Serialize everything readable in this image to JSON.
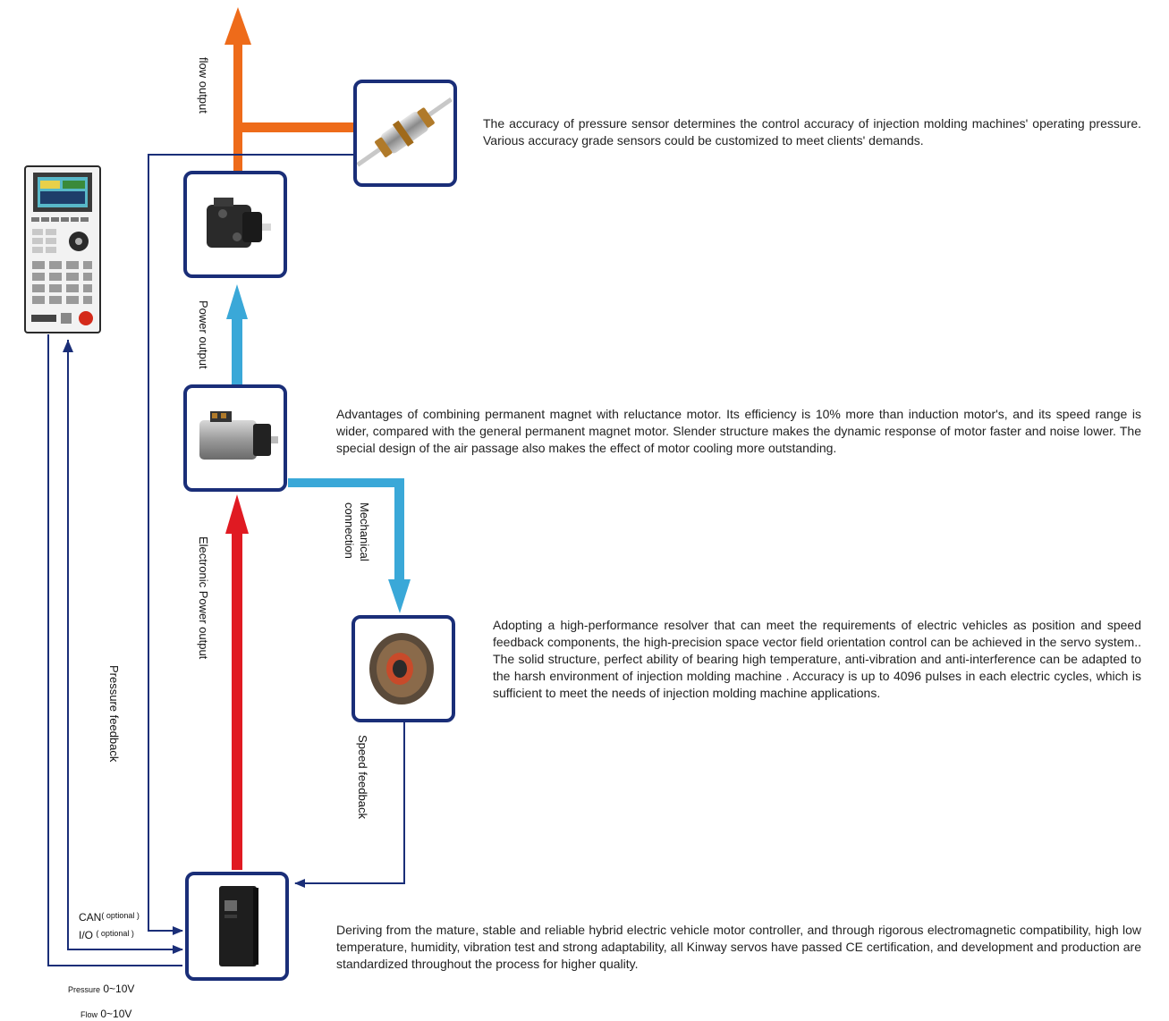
{
  "labels": {
    "flow_output": "flow output",
    "power_output": "Power output",
    "electronic_power_output": "Electronic Power output",
    "mechanical_connection_line1": "Mechanical",
    "mechanical_connection_line2": "connection",
    "speed_feedback": "Speed feedback",
    "pressure_feedback": "Pressure feedback",
    "can": "CAN",
    "can_optional": "( optional )",
    "io": "I/O",
    "io_optional": "( optional )",
    "pressure": "Pressure",
    "pressure_range": "0~10V",
    "flow": "Flow",
    "flow_range": "0~10V"
  },
  "descriptions": {
    "pressure_sensor": "The accuracy of pressure sensor determines the control accuracy of injection molding machines' operating pressure. Various accuracy grade sensors could be customized to meet clients' demands.",
    "motor": "Advantages of combining permanent magnet with reluctance motor. Its efficiency is 10% more than induction motor's, and its speed range is wider, compared with the general permanent magnet motor. Slender structure makes the dynamic response of motor faster and noise lower. The special design of the air passage also makes the effect of motor cooling more outstanding.",
    "resolver": "Adopting a high-performance resolver that can meet the requirements of electric vehicles as position and speed feedback components, the high-precision space vector field orientation control can be achieved in the servo system.. The solid structure, perfect ability of bearing high temperature, anti-vibration and anti-interference can be adapted to the harsh environment of injection molding machine . Accuracy is up to 4096 pulses in each electric cycles, which is sufficient to meet the needs of injection molding machine applications.",
    "servo_drive": "Deriving from the mature, stable and reliable hybrid electric vehicle motor controller, and through rigorous electromagnetic compatibility, high low temperature, humidity, vibration test and strong adaptability, all Kinway servos have passed CE certification, and development and production are standardized throughout the process for higher quality."
  },
  "colors": {
    "box_border": "#1a2e78",
    "flow_arrow": "#ee6b1a",
    "power_arrow": "#3aa8d8",
    "electric_arrow": "#e01a22",
    "signal_line": "#1a2e78"
  }
}
